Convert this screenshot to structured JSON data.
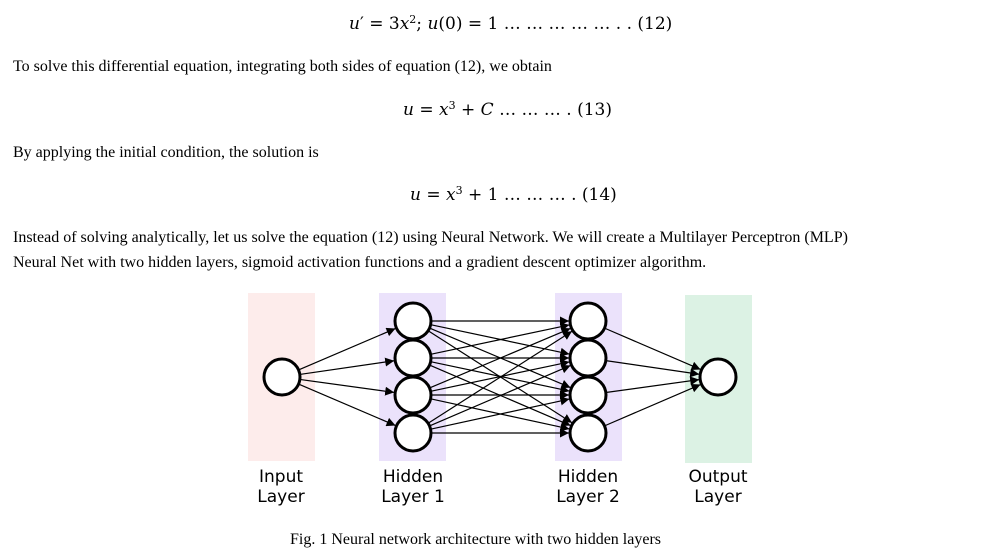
{
  "equations": {
    "eq12": {
      "lhs_var": "u",
      "prime": "′",
      "eq": " = 3",
      "x": "x",
      "sup": "2",
      "sep": "; ",
      "cond_var": "u",
      "cond": "(0) = 1",
      "dots": " … … … … … . . (12)"
    },
    "eq13": {
      "lhs_var": "u",
      "eq": " = ",
      "x": "x",
      "sup": "3",
      "plus": " + ",
      "c": "C",
      "dots": " … … … . (13)"
    },
    "eq14": {
      "lhs_var": "u",
      "eq": " = ",
      "x": "x",
      "sup": "3",
      "plus": " + 1",
      "dots": " … … … . (14)"
    }
  },
  "paragraphs": {
    "p1": "To solve this differential equation, integrating both sides of equation (12), we obtain",
    "p2": "By applying the initial condition, the solution is",
    "p3_line1": "Instead of solving analytically, let us solve the equation (12) using Neural Network. We will create a Multilayer Perceptron (MLP)",
    "p3_line2": "Neural Net with two hidden layers, sigmoid activation functions and a gradient descent optimizer algorithm."
  },
  "figure": {
    "layers": [
      {
        "line1": "Input",
        "line2": "Layer",
        "color": "#fdeceb"
      },
      {
        "line1": "Hidden",
        "line2": "Layer 1",
        "color": "#ebe2fb"
      },
      {
        "line1": "Hidden",
        "line2": "Layer 2",
        "color": "#ebe2fb"
      },
      {
        "line1": "Output",
        "line2": "Layer",
        "color": "#dcf2e4"
      }
    ],
    "caption": "Fig. 1 Neural network architecture with two hidden layers"
  }
}
